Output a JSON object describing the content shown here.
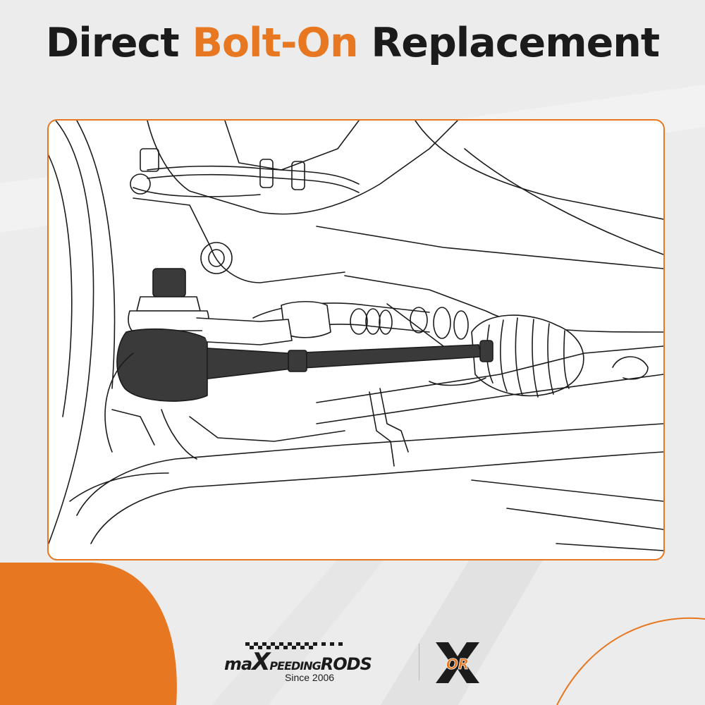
{
  "headline": {
    "part1": "Direct",
    "part2": "Bolt-On",
    "part3": "Replacement"
  },
  "brand": {
    "name_ma": "ma",
    "name_x": "X",
    "name_peeding": "PEEDING",
    "name_rods": "RODS",
    "since": "Since 2006",
    "badge_letters": "OR"
  },
  "colors": {
    "accent": "#e87722",
    "text": "#1b1b1b",
    "background": "#ececec",
    "tie_rod": "#3a3a3a"
  },
  "illustration": {
    "subject": "tie-rod-assembly-line-drawing",
    "icons": [
      "tie-rod-end-icon",
      "steering-boot-icon",
      "control-arm-icon"
    ]
  }
}
